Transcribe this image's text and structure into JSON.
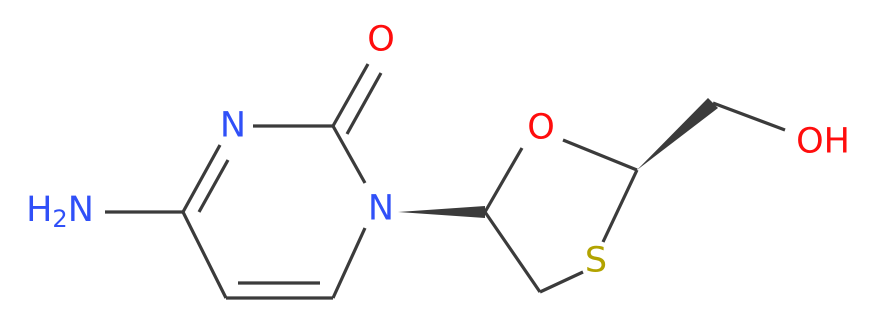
{
  "molecule": {
    "atoms": {
      "amine": {
        "symbol": "H",
        "subscript": "2",
        "tail": "N",
        "color": "#3050f8"
      },
      "n3": {
        "symbol": "N",
        "color": "#3050f8"
      },
      "n1": {
        "symbol": "N",
        "color": "#3050f8"
      },
      "carbonyl_o": {
        "symbol": "O",
        "color": "#ff0d0d"
      },
      "ring_o": {
        "symbol": "O",
        "color": "#ff0d0d"
      },
      "ring_s": {
        "symbol": "S",
        "color": "#b2a300"
      },
      "hydroxyl": {
        "symbol": "OH",
        "color": "#ff0d0d"
      }
    },
    "bond_color": "#3b3b3b"
  }
}
